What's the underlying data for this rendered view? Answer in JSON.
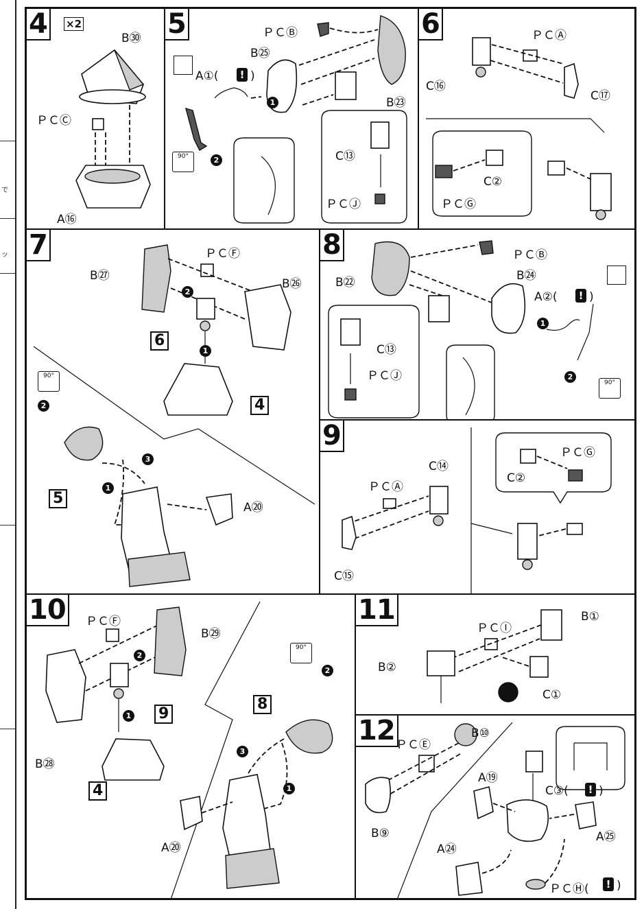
{
  "margin_texts": [
    "で",
    "ッ"
  ],
  "steps": {
    "s4": {
      "num": "4",
      "multiplier": "×2",
      "labels": {
        "b": "B㉚",
        "pc": "ＰＣⒸ",
        "a": "A⑯"
      }
    },
    "s5": {
      "num": "5",
      "labels": {
        "pcb": "ＰＣⒷ",
        "b25": "B㉕",
        "a1": "A①(",
        "b23": "B㉓",
        "c13": "C⑬",
        "pcj": "ＰＣⒿ"
      },
      "rotate": "90°",
      "warn": "!",
      "close": ")"
    },
    "s6": {
      "num": "6",
      "labels": {
        "pca": "ＰＣⒶ",
        "c16": "C⑯",
        "c17": "C⑰",
        "c2": "C②",
        "pcg": "ＰＣⒼ"
      }
    },
    "s7": {
      "num": "7",
      "labels": {
        "pcf": "ＰＣⒻ",
        "b27": "B㉗",
        "b26": "B㉖",
        "a20": "A⑳"
      },
      "refs": {
        "r6": "6",
        "r4": "4",
        "r5": "5"
      },
      "rotate": "90°"
    },
    "s8": {
      "num": "8",
      "labels": {
        "b22": "B㉒",
        "pcb": "ＰＣⒷ",
        "b24": "B㉔",
        "a2": "A②(",
        "c13": "C⑬",
        "pcj": "ＰＣⒿ"
      },
      "rotate": "90°",
      "warn": "!",
      "close": ")"
    },
    "s9": {
      "num": "9",
      "labels": {
        "c14": "C⑭",
        "pca": "ＰＣⒶ",
        "c15": "C⑮",
        "c2": "C②",
        "pcg": "ＰＣⒼ"
      }
    },
    "s10": {
      "num": "10",
      "labels": {
        "pcf": "ＰＣⒻ",
        "b29": "B㉙",
        "b28": "B㉘",
        "a20": "A⑳"
      },
      "refs": {
        "r9": "9",
        "r4": "4",
        "r8": "8"
      },
      "rotate": "90°"
    },
    "s11": {
      "num": "11",
      "labels": {
        "pci": "ＰＣⒾ",
        "b1": "B①",
        "b2": "B②",
        "c1": "C①"
      }
    },
    "s12": {
      "num": "12",
      "labels": {
        "pce": "ＰＣⒺ",
        "b10": "B⑩",
        "b9": "B⑨",
        "a19": "A⑲",
        "c3": "C③(",
        "a25": "A㉕",
        "a24": "A㉔",
        "pch": "ＰＣⒽ("
      },
      "warn": "!",
      "close": ")"
    }
  },
  "order_marks": [
    "1",
    "2",
    "3"
  ]
}
